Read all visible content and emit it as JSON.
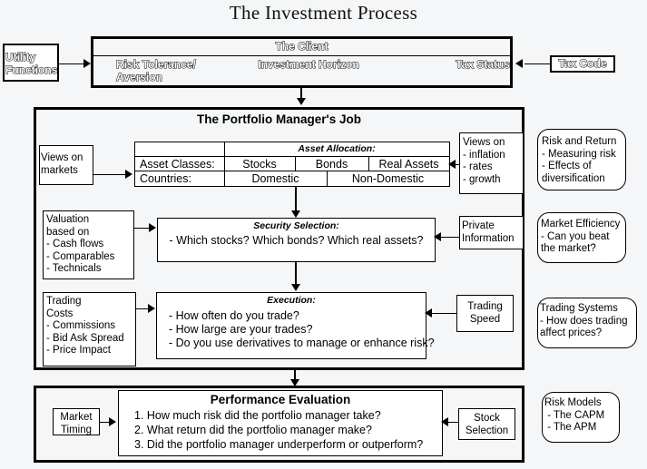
{
  "title": "The Investment Process",
  "left_inputs": {
    "utility_functions": "Utility\nFunctions",
    "views_on_markets": "Views on\nmarkets",
    "valuation": "Valuation\nbased on\n- Cash flows\n- Comparables\n- Technicals",
    "trading_costs": "Trading\nCosts\n- Commissions\n- Bid Ask Spread\n- Price Impact",
    "market_timing": "Market\nTiming"
  },
  "right_inputs": {
    "tax_code": "Tax Code",
    "views_on_macro": "Views on\n- inflation\n- rates\n- growth",
    "private_information": "Private\nInformation",
    "trading_speed": "Trading\nSpeed",
    "stock_selection": "Stock\nSelection"
  },
  "client": {
    "heading": "The Client",
    "cell_left": "Risk Tolerance/\nAversion",
    "cell_center": "Investment Horizon",
    "cell_right": "Tax Status"
  },
  "pm_job": {
    "heading": "The Portfolio Manager's Job",
    "asset_allocation": {
      "section_label": "Asset Allocation:",
      "rows": [
        {
          "label": "Asset Classes:",
          "cells": [
            "Stocks",
            "Bonds",
            "Real Assets"
          ]
        },
        {
          "label": "Countries:",
          "cells": [
            "Domestic",
            "Non-Domestic"
          ]
        }
      ]
    },
    "security_selection": {
      "section_label": "Security Selection:",
      "line": "- Which stocks? Which bonds? Which real assets?"
    },
    "execution": {
      "section_label": "Execution:",
      "lines": [
        "- How often do you trade?",
        "- How large are your trades?",
        "- Do you use derivatives to manage or enhance risk?"
      ]
    }
  },
  "performance": {
    "heading": "Performance Evaluation",
    "lines": [
      "1. How much risk did the portfolio manager take?",
      "2. What return did the portfolio manager make?",
      "3. Did the portfolio manager underperform or outperform?"
    ]
  },
  "topics": [
    {
      "name": "risk-and-return",
      "text": "Risk and Return\n- Measuring risk\n- Effects of\ndiversification"
    },
    {
      "name": "market-efficiency",
      "text": "Market Efficiency\n- Can you beat\nthe market?"
    },
    {
      "name": "trading-systems",
      "text": "Trading Systems\n- How does trading\naffect prices?"
    },
    {
      "name": "risk-models",
      "text": "Risk Models\n - The CAPM\n - The APM"
    }
  ],
  "colors": {
    "page_background": "#f4f6f8",
    "box_fill": "#ffffff",
    "stroke": "#000000",
    "title_text": "#111111"
  }
}
